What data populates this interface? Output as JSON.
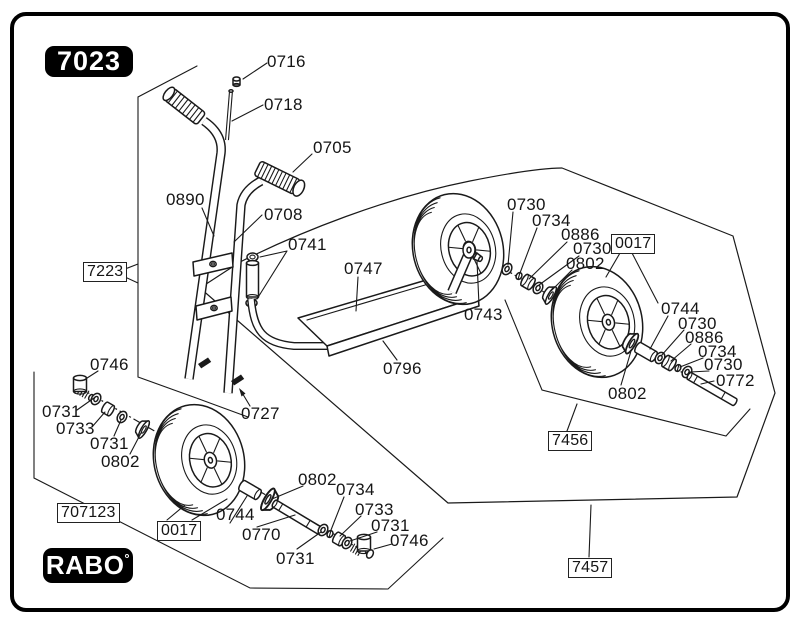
{
  "colors": {
    "ink": "#1a1a1a",
    "paper": "#ffffff"
  },
  "badges": {
    "model": "7023",
    "brand": "RABO",
    "brand_mark": "°"
  },
  "part_labels": [
    {
      "text": "0716"
    },
    {
      "text": "0718"
    },
    {
      "text": "0705"
    },
    {
      "text": "0890"
    },
    {
      "text": "0708"
    },
    {
      "text": "0741"
    },
    {
      "text": "0747"
    },
    {
      "text": "0743"
    },
    {
      "text": "0730"
    },
    {
      "text": "0734"
    },
    {
      "text": "0886"
    },
    {
      "text": "0730"
    },
    {
      "text": "0802"
    },
    {
      "text": "0017",
      "boxed": true
    },
    {
      "text": "0744"
    },
    {
      "text": "0730"
    },
    {
      "text": "0886"
    },
    {
      "text": "0734"
    },
    {
      "text": "0730"
    },
    {
      "text": "0772"
    },
    {
      "text": "0802"
    },
    {
      "text": "7456",
      "boxed": true
    },
    {
      "text": "7457",
      "boxed": true
    },
    {
      "text": "0796"
    },
    {
      "text": "0727"
    },
    {
      "text": "7223",
      "boxed": true
    },
    {
      "text": "0746"
    },
    {
      "text": "0731"
    },
    {
      "text": "0733"
    },
    {
      "text": "0731"
    },
    {
      "text": "0802"
    },
    {
      "text": "707123",
      "boxed": true
    },
    {
      "text": "0017",
      "boxed": true
    },
    {
      "text": "0744"
    },
    {
      "text": "0770"
    },
    {
      "text": "0731"
    },
    {
      "text": "0802"
    },
    {
      "text": "0734"
    },
    {
      "text": "0733"
    },
    {
      "text": "0731"
    },
    {
      "text": "0746"
    }
  ]
}
